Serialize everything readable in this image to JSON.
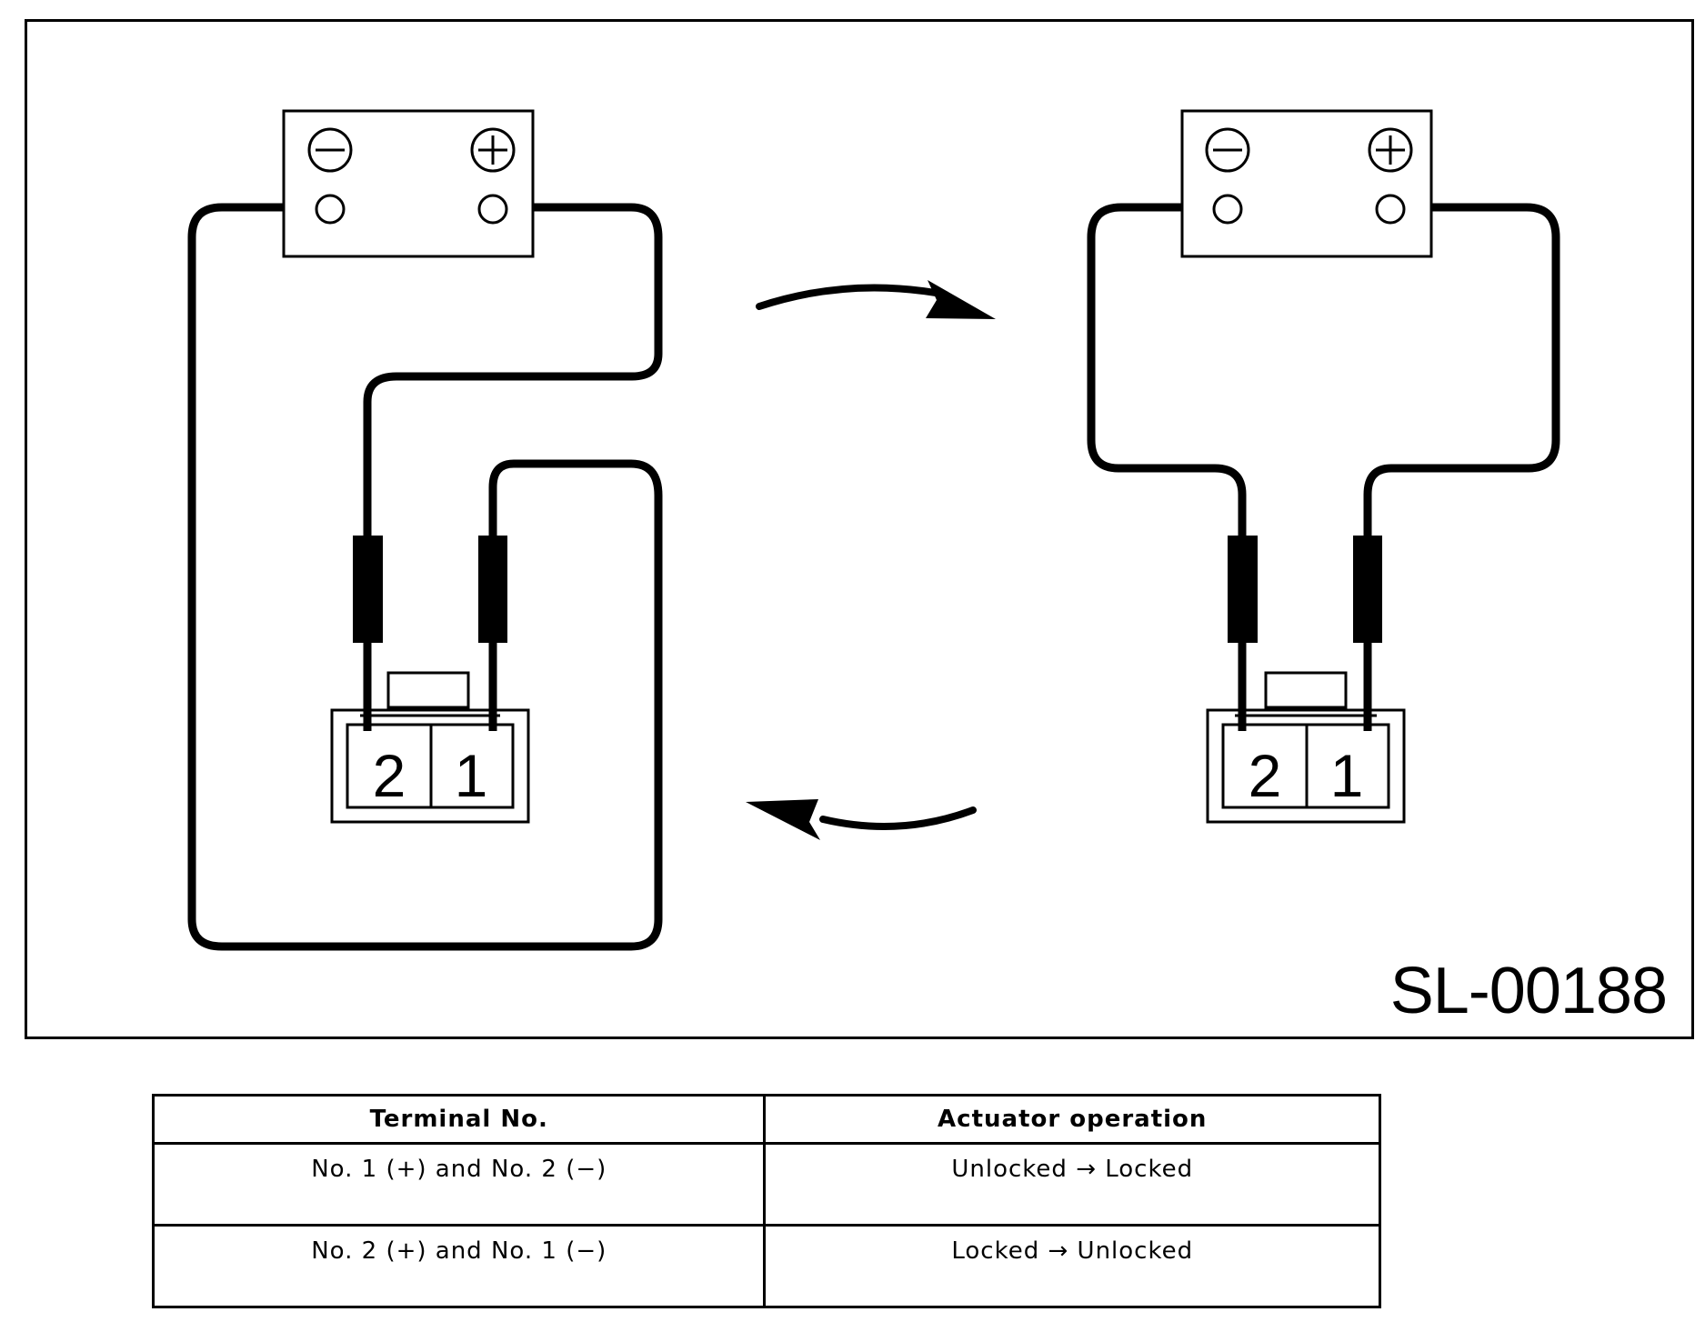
{
  "diagram": {
    "figure_id": "SL-00188",
    "battery_symbols": {
      "negative": "−",
      "positive": "+"
    },
    "left_connector": {
      "terminal_left": "2",
      "terminal_right": "1"
    },
    "right_connector": {
      "terminal_left": "2",
      "terminal_right": "1"
    }
  },
  "table": {
    "headers": [
      "Terminal No.",
      "Actuator operation"
    ],
    "rows": [
      [
        "No. 1 (+) and No. 2 (−)",
        "Unlocked → Locked"
      ],
      [
        "No. 2 (+) and No. 1 (−)",
        "Locked → Unlocked"
      ]
    ]
  }
}
